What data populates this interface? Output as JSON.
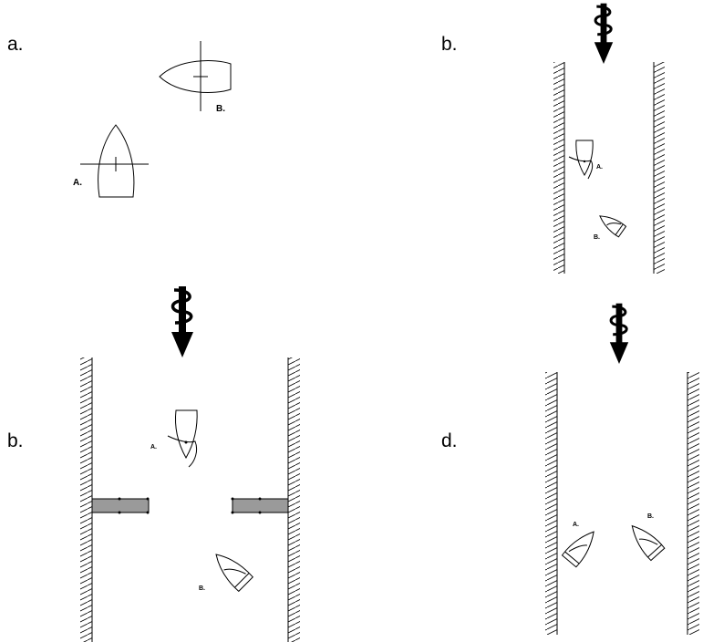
{
  "panels": [
    {
      "id": "a",
      "label": "a.",
      "boats": [
        {
          "id": "A",
          "label": "A."
        },
        {
          "id": "B",
          "label": "B."
        }
      ]
    },
    {
      "id": "b_top",
      "label": "b.",
      "boats": [
        {
          "id": "A",
          "label": "A."
        },
        {
          "id": "B",
          "label": "B."
        }
      ]
    },
    {
      "id": "b_bottom",
      "label": "b.",
      "boats": [
        {
          "id": "A",
          "label": "A."
        },
        {
          "id": "B",
          "label": "B."
        }
      ]
    },
    {
      "id": "d",
      "label": "d.",
      "boats": [
        {
          "id": "A",
          "label": "A."
        },
        {
          "id": "B",
          "label": "B."
        }
      ]
    }
  ],
  "colors": {
    "line": "#000000",
    "pier_fill": "#9a9a9a",
    "background": "#ffffff"
  },
  "icons": [
    "current-arrow-icon",
    "sailboat-icon",
    "riverbank-hatch",
    "pier"
  ]
}
